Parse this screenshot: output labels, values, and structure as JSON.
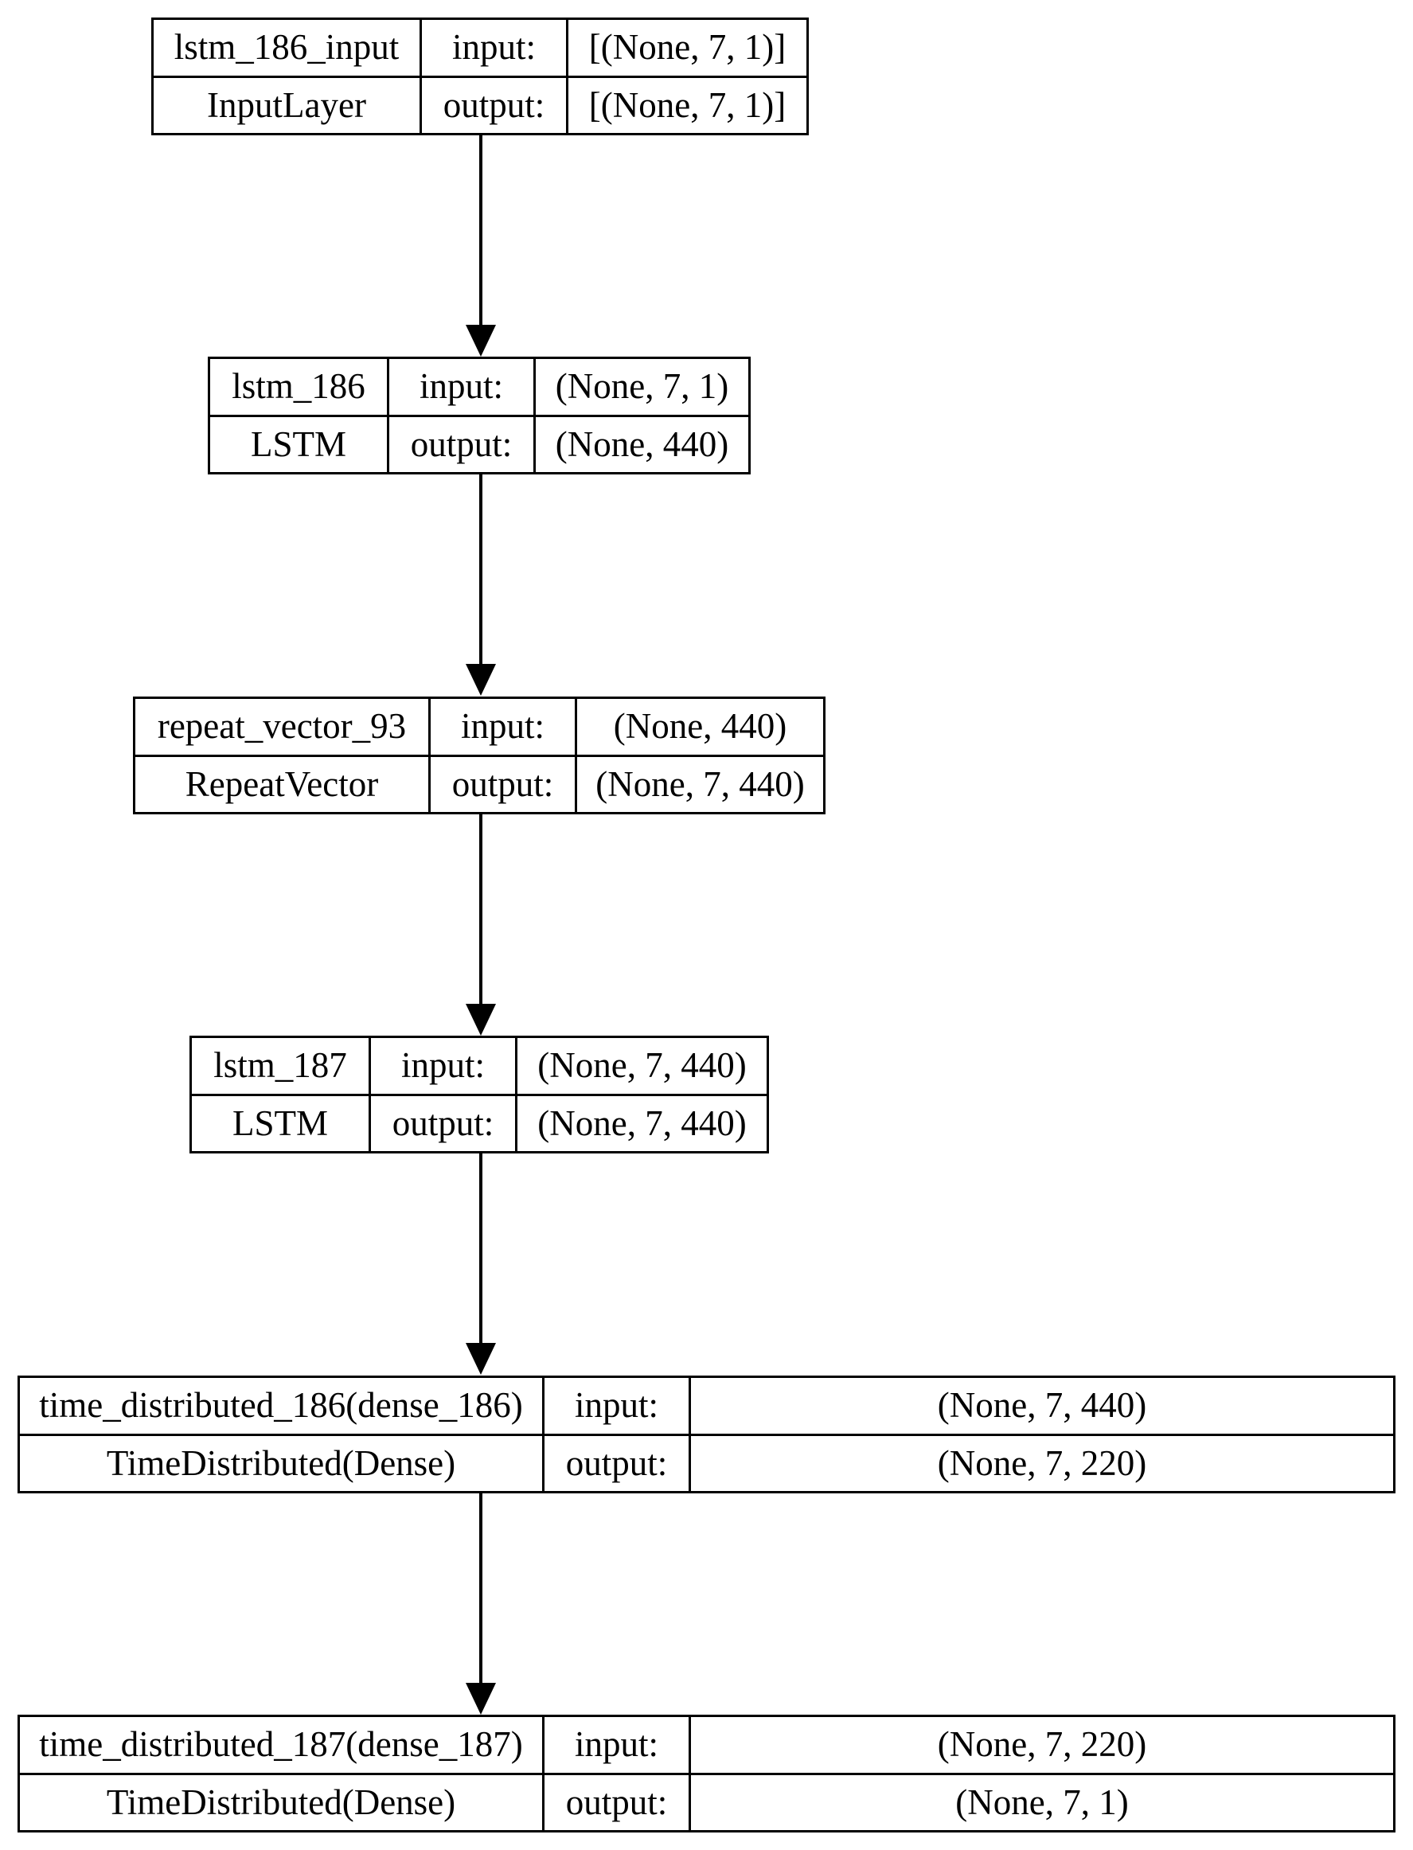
{
  "diagram": {
    "type": "keras-model-plot",
    "orientation": "vertical-top-to-bottom",
    "colors": {
      "background": "#ffffff",
      "border": "#000000",
      "text": "#000000",
      "arrow": "#000000"
    },
    "row_labels": {
      "input": "input:",
      "output": "output:"
    },
    "nodes": [
      {
        "id": "lstm_186_input",
        "name": "lstm_186_input",
        "class_name": "InputLayer",
        "input_label": "input:",
        "output_label": "output:",
        "input_shape": "[(None, 7, 1)]",
        "output_shape": "[(None, 7, 1)]"
      },
      {
        "id": "lstm_186",
        "name": "lstm_186",
        "class_name": "LSTM",
        "input_label": "input:",
        "output_label": "output:",
        "input_shape": "(None, 7, 1)",
        "output_shape": "(None, 440)"
      },
      {
        "id": "repeat_vector_93",
        "name": "repeat_vector_93",
        "class_name": "RepeatVector",
        "input_label": "input:",
        "output_label": "output:",
        "input_shape": "(None, 440)",
        "output_shape": "(None, 7, 440)"
      },
      {
        "id": "lstm_187",
        "name": "lstm_187",
        "class_name": "LSTM",
        "input_label": "input:",
        "output_label": "output:",
        "input_shape": "(None, 7, 440)",
        "output_shape": "(None, 7, 440)"
      },
      {
        "id": "time_distributed_186",
        "name": "time_distributed_186(dense_186)",
        "class_name": "TimeDistributed(Dense)",
        "input_label": "input:",
        "output_label": "output:",
        "input_shape": "(None, 7, 440)",
        "output_shape": "(None, 7, 220)"
      },
      {
        "id": "time_distributed_187",
        "name": "time_distributed_187(dense_187)",
        "class_name": "TimeDistributed(Dense)",
        "input_label": "input:",
        "output_label": "output:",
        "input_shape": "(None, 7, 220)",
        "output_shape": "(None, 7, 1)"
      }
    ],
    "edges": [
      {
        "from": "lstm_186_input",
        "to": "lstm_186"
      },
      {
        "from": "lstm_186",
        "to": "repeat_vector_93"
      },
      {
        "from": "repeat_vector_93",
        "to": "lstm_187"
      },
      {
        "from": "lstm_187",
        "to": "time_distributed_186"
      },
      {
        "from": "time_distributed_186",
        "to": "time_distributed_187"
      }
    ]
  }
}
